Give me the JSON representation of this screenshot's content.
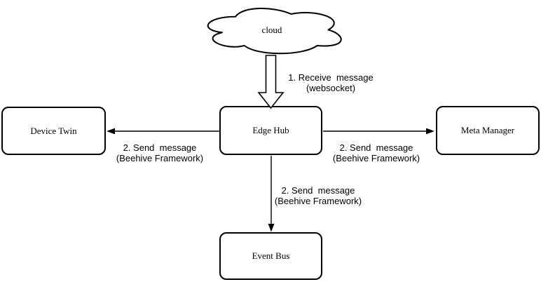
{
  "cloud": {
    "label": "cloud"
  },
  "nodes": {
    "device_twin": "Device Twin",
    "edge_hub": "Edge Hub",
    "meta_manager": "Meta Manager",
    "event_bus": "Event Bus"
  },
  "edge_labels": {
    "receive": "1. Receive  message\n(websocket)",
    "send_device_twin": "2. Send  message\n(Beehive Framework)",
    "send_meta_manager": "2. Send  message\n(Beehive Framework)",
    "send_event_bus": "2. Send  message\n(Beehive Framework)"
  },
  "colors": {
    "stroke": "#000000",
    "fill": "#ffffff",
    "background": "#ffffff"
  }
}
